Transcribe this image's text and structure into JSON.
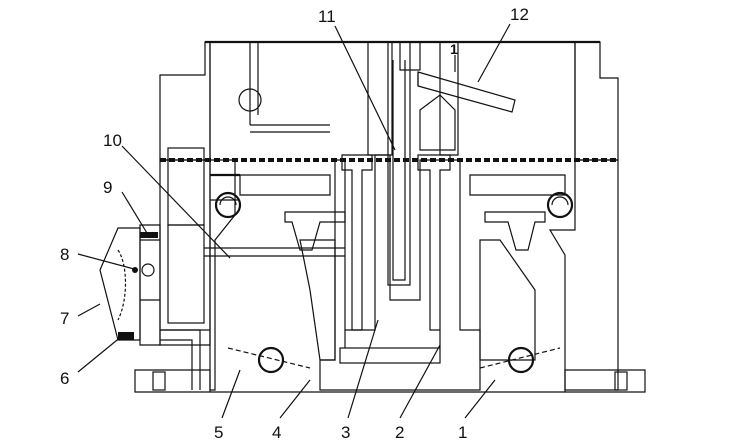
{
  "diagram": {
    "colors": {
      "ink": "#111111",
      "paper": "#ffffff",
      "fuel": "#d9d9d9",
      "emulsion": "#555555"
    },
    "callouts": [
      {
        "id": "c1",
        "text": "1"
      },
      {
        "id": "c2",
        "text": "2"
      },
      {
        "id": "c3",
        "text": "3"
      },
      {
        "id": "c4",
        "text": "4"
      },
      {
        "id": "c5",
        "text": "5"
      },
      {
        "id": "c6",
        "text": "6"
      },
      {
        "id": "c7",
        "text": "7"
      },
      {
        "id": "c8",
        "text": "8"
      },
      {
        "id": "c9",
        "text": "9"
      },
      {
        "id": "c10",
        "text": "10"
      },
      {
        "id": "c11",
        "text": "11"
      },
      {
        "id": "c12",
        "text": "12"
      },
      {
        "id": "c13",
        "text": "1"
      }
    ]
  }
}
